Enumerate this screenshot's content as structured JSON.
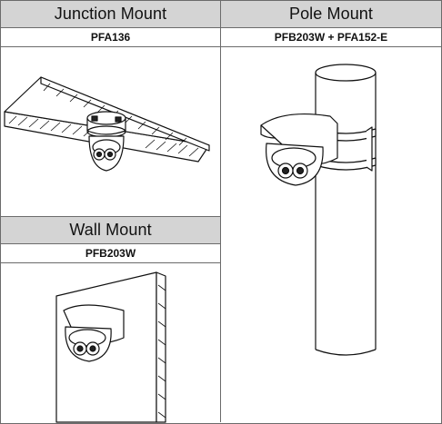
{
  "panels": {
    "junction": {
      "title": "Junction Mount",
      "model": "PFA136"
    },
    "pole": {
      "title": "Pole Mount",
      "model": "PFB203W + PFA152-E"
    },
    "wall": {
      "title": "Wall Mount",
      "model": "PFB203W"
    }
  },
  "colors": {
    "header_bg": "#d4d4d4",
    "border": "#6b6b6b",
    "line_art": "#111111"
  }
}
